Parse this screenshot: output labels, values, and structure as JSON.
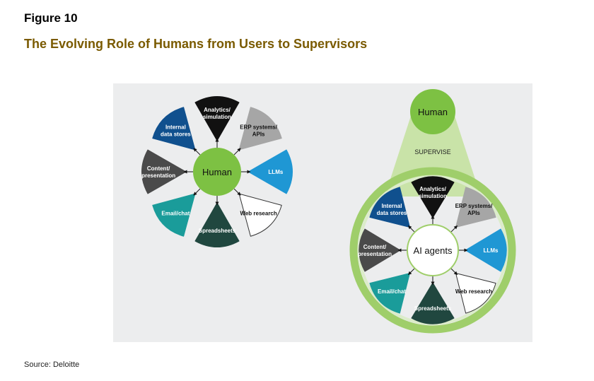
{
  "header": {
    "figure_label": "Figure 10",
    "title": "The Evolving Role of Humans from Users to Supervisors"
  },
  "left_diagram": {
    "center_label": "Human",
    "petals": [
      {
        "line1": "Analytics/",
        "line2": "simulation",
        "fill": "#111111",
        "text": "#ffffff"
      },
      {
        "line1": "ERP systems/",
        "line2": "APIs",
        "fill": "#a6a6a6",
        "text": "#111111"
      },
      {
        "line1": "LLMs",
        "line2": "",
        "fill": "#1f97d4",
        "text": "#ffffff"
      },
      {
        "line1": "Web research",
        "line2": "",
        "fill": "#ffffff",
        "text": "#111111"
      },
      {
        "line1": "Spreadsheets",
        "line2": "",
        "fill": "#20473f",
        "text": "#ffffff"
      },
      {
        "line1": "Email/chat",
        "line2": "",
        "fill": "#1a9c9a",
        "text": "#ffffff"
      },
      {
        "line1": "Content/",
        "line2": "presentation",
        "fill": "#4a4a4a",
        "text": "#ffffff"
      },
      {
        "line1": "Internal",
        "line2": "data stores",
        "fill": "#10508e",
        "text": "#ffffff"
      }
    ]
  },
  "right_diagram": {
    "top_label": "Human",
    "supervise_label": "SUPERVISE",
    "center_label": "AI agents",
    "petals": [
      {
        "line1": "Analytics/",
        "line2": "simulation",
        "fill": "#111111",
        "text": "#ffffff"
      },
      {
        "line1": "ERP systems/",
        "line2": "APIs",
        "fill": "#a6a6a6",
        "text": "#111111"
      },
      {
        "line1": "LLMs",
        "line2": "",
        "fill": "#1f97d4",
        "text": "#ffffff"
      },
      {
        "line1": "Web research",
        "line2": "",
        "fill": "#ffffff",
        "text": "#111111"
      },
      {
        "line1": "Spreadsheets",
        "line2": "",
        "fill": "#20473f",
        "text": "#ffffff"
      },
      {
        "line1": "Email/chat",
        "line2": "",
        "fill": "#1a9c9a",
        "text": "#ffffff"
      },
      {
        "line1": "Content/",
        "line2": "presentation",
        "fill": "#4a4a4a",
        "text": "#ffffff"
      },
      {
        "line1": "Internal",
        "line2": "data stores",
        "fill": "#10508e",
        "text": "#ffffff"
      }
    ]
  },
  "colors": {
    "title": "#7a5a00",
    "human_green": "#7dc143",
    "ring_green": "#9fce6a",
    "beam_green": "#c9e3a8",
    "background": "#ecedee"
  },
  "footer": {
    "source": "Source: Deloitte"
  }
}
